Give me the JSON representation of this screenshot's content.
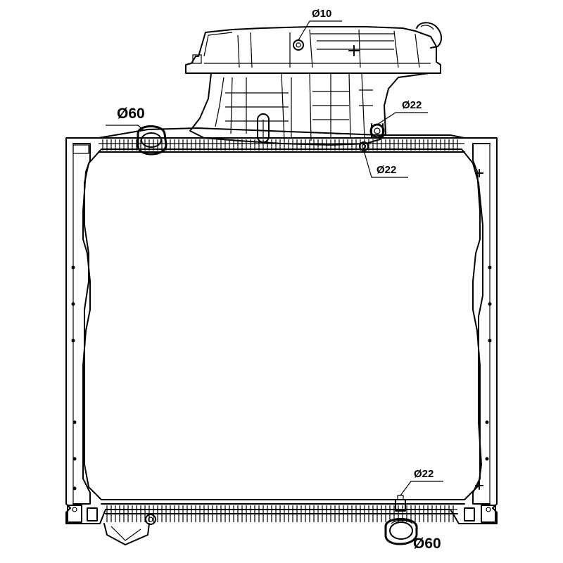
{
  "labels": {
    "top_cap_diameter": "Ø10",
    "upper_hose_diameter": "Ø60",
    "upper_vent_diameter_1": "Ø22",
    "upper_vent_diameter_2": "Ø22",
    "lower_vent_diameter": "Ø22",
    "lower_hose_diameter": "Ø60"
  }
}
